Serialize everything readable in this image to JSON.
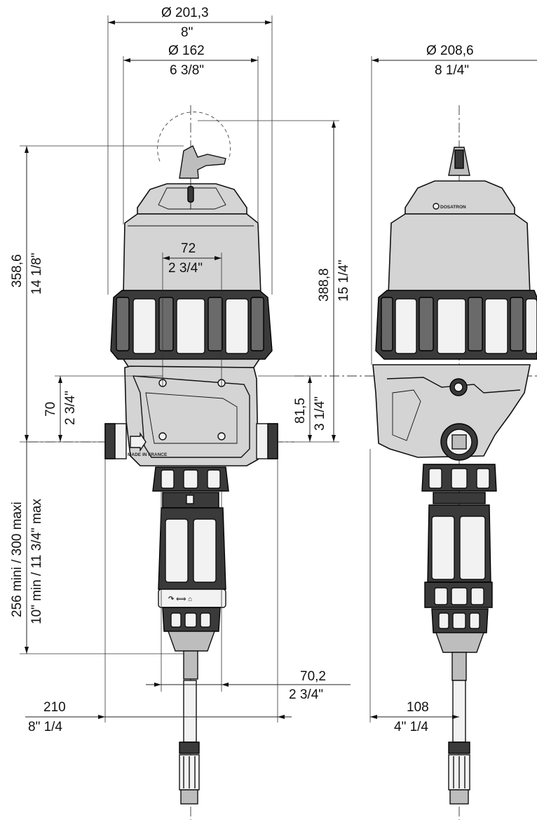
{
  "dimensions": {
    "outer_diameter": {
      "symbol": "Ø",
      "value": "201,3",
      "imperial": "8\""
    },
    "inner_diameter": {
      "symbol": "Ø",
      "value": "162",
      "imperial": "6 3/8\""
    },
    "side_diameter": {
      "symbol": "Ø",
      "value": "208,6",
      "imperial": "8 1/4\""
    },
    "mount_spacing": {
      "value": "72",
      "imperial": "2 3/4\""
    },
    "height_total": {
      "value": "358,6",
      "imperial": "14 1/8\""
    },
    "height_side": {
      "value": "388,8",
      "imperial": "15 1/4\""
    },
    "mount_height": {
      "value": "70",
      "imperial": "2 3/4\""
    },
    "inlet_height": {
      "value": "81,5",
      "imperial": "3 1/4\""
    },
    "suction_length": {
      "value": "256 mini / 300 maxi",
      "imperial": "10\" min / 11 3/4\" max"
    },
    "bottom_width": {
      "value": "70,2",
      "imperial": "2 3/4\""
    },
    "front_width": {
      "value": "210",
      "imperial": "8\" 1/4"
    },
    "side_width": {
      "value": "108",
      "imperial": "4\" 1/4"
    }
  },
  "brand": "DOSATRON",
  "colors": {
    "light_body": "#d4d4d4",
    "dark_body": "#3a3a3a",
    "line": "#111111"
  }
}
